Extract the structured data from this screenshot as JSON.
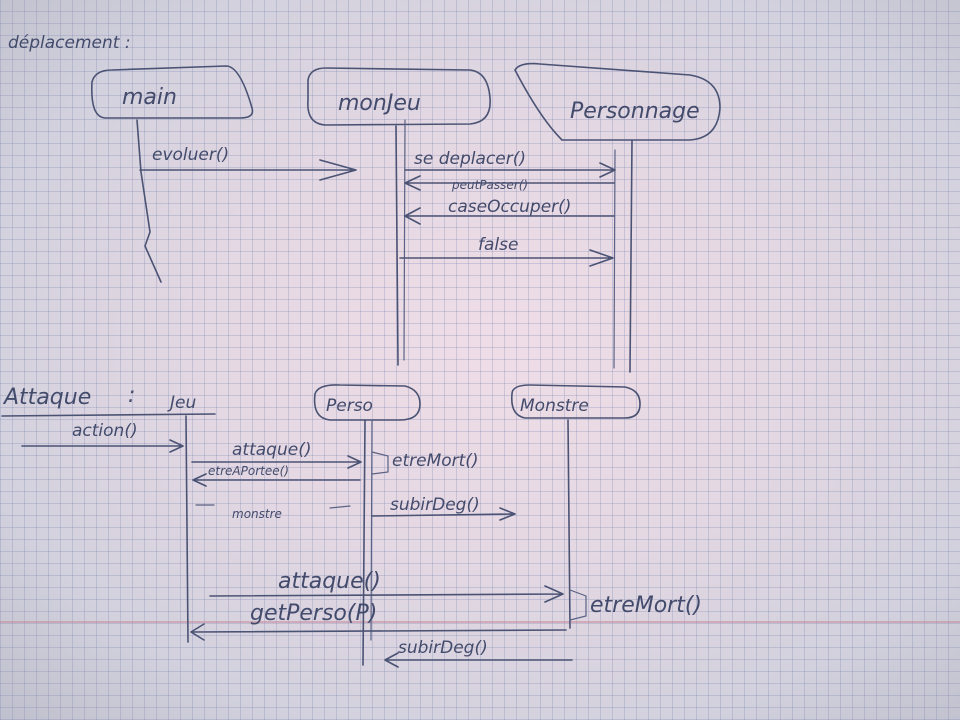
{
  "colors": {
    "ink": "#4b5374",
    "paper": "#e4d8e3",
    "grid": "#7882af",
    "margin_line": "#c98a9a"
  },
  "top": {
    "heading": "déplacement :",
    "lifelines": {
      "main": "main",
      "jeu": "monJeu",
      "personnage": "Personnage"
    },
    "messages": [
      {
        "label": "evoluer()"
      },
      {
        "label": "se deplacer()"
      },
      {
        "label": "peutPasser()"
      },
      {
        "label": "caseOccuper()"
      },
      {
        "label": "false"
      }
    ]
  },
  "bottom": {
    "heading": "Attaque",
    "separator": ":",
    "lifelines": {
      "jeu": "Jeu",
      "perso": "Perso",
      "monstre": "Monstre"
    },
    "messages": [
      {
        "label": "action()"
      },
      {
        "label": "attaque()"
      },
      {
        "label": "etreAPortee()"
      },
      {
        "label": "etreMort()"
      },
      {
        "label": "monstre"
      },
      {
        "label": "subirDeg()"
      },
      {
        "label": "attaque()"
      },
      {
        "label": "getPerso(P)"
      },
      {
        "label": "etreMort()"
      },
      {
        "label": "subirDeg()"
      }
    ]
  }
}
